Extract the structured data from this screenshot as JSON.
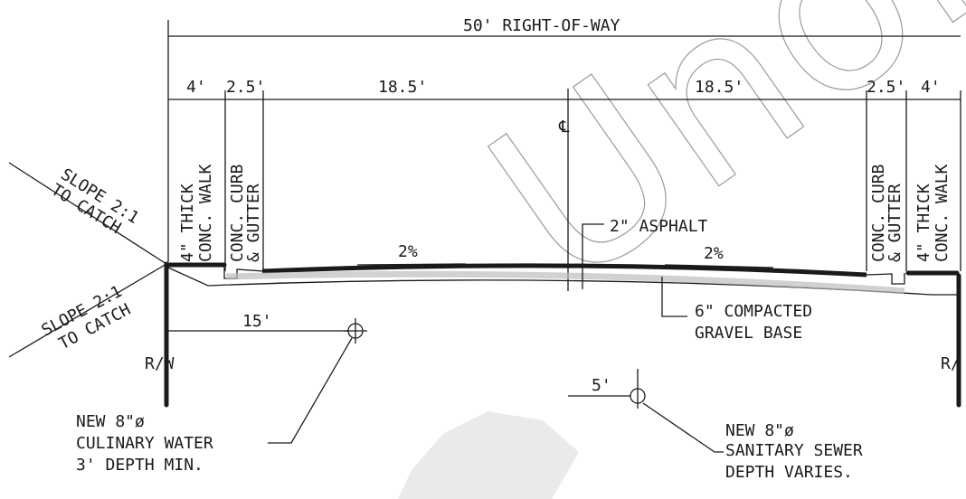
{
  "watermark": "Unofficial",
  "dimensions": {
    "right_of_way": "50' RIGHT-OF-WAY",
    "walk_left": "4'",
    "curb_left": "2.5'",
    "lane_left": "18.5'",
    "lane_right": "18.5'",
    "curb_right": "2.5'",
    "walk_right": "4'",
    "water_offset": "15'",
    "sewer_offset": "5'"
  },
  "centerline_symbol": "℄",
  "vertical_labels": {
    "walk_left": [
      "4\" THICK",
      "CONC. WALK"
    ],
    "curb_left": [
      "CONC. CURB",
      "& GUTTER"
    ],
    "curb_right": [
      "CONC. CURB",
      "& GUTTER"
    ],
    "walk_right": [
      "4\" THICK",
      "CONC. WALK"
    ]
  },
  "slopes": {
    "upper": [
      "SLOPE 2:1",
      "TO CATCH"
    ],
    "lower": [
      "SLOPE 2:1",
      "TO CATCH"
    ],
    "grade_left": "2%",
    "grade_right": "2%"
  },
  "row_label_left": "R/W",
  "row_label_right": "R/",
  "callouts": {
    "asphalt": "2\" ASPHALT",
    "gravel": [
      "6\" COMPACTED",
      "GRAVEL BASE"
    ],
    "water": [
      "NEW 8\"ø",
      "CULINARY WATER",
      "3' DEPTH MIN."
    ],
    "sewer": [
      "NEW 8\"ø",
      "SANITARY SEWER",
      "DEPTH VARIES."
    ]
  }
}
